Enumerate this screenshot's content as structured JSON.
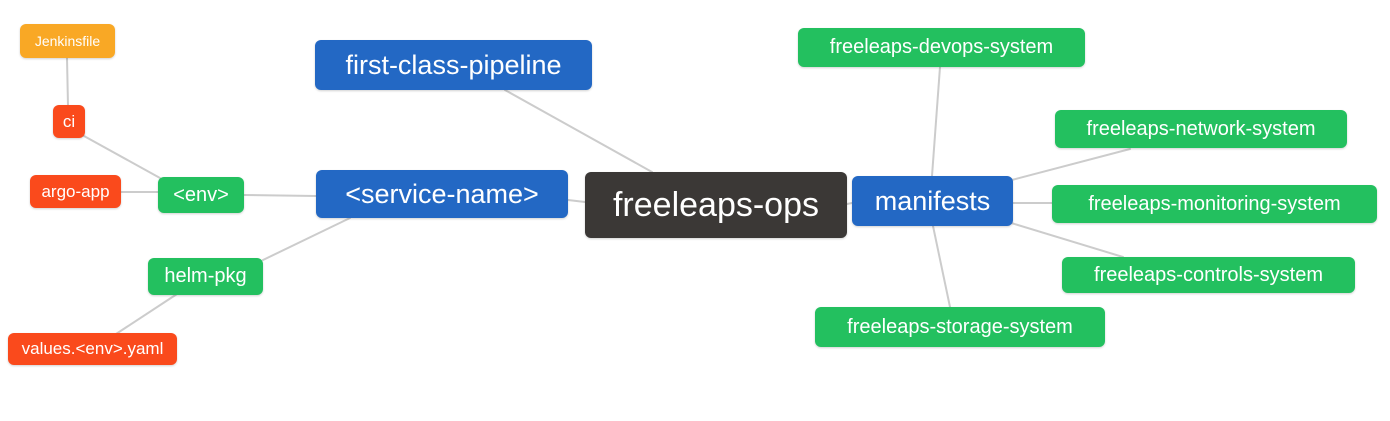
{
  "colors": {
    "background": "#ffffff",
    "dark": "#3b3836",
    "blue": "#2368c4",
    "green": "#23c05f",
    "red": "#fa4a1c",
    "orange": "#f9a825",
    "edge": "#cccccc",
    "label_text": "#ffffff"
  },
  "mindmap": {
    "root_id": "freeleaps_ops",
    "nodes": {
      "freeleaps_ops": {
        "label": "freeleaps-ops"
      },
      "first_class_pipeline": {
        "label": "first-class-pipeline"
      },
      "service_name": {
        "label": "<service-name>"
      },
      "manifests": {
        "label": "manifests"
      },
      "env": {
        "label": "<env>"
      },
      "helm_pkg": {
        "label": "helm-pkg"
      },
      "ci": {
        "label": "ci"
      },
      "argo_app": {
        "label": "argo-app"
      },
      "jenkinsfile": {
        "label": "Jenkinsfile"
      },
      "values_env_yaml": {
        "label": "values.<env>.yaml"
      },
      "devops_system": {
        "label": "freeleaps-devops-system"
      },
      "network_system": {
        "label": "freeleaps-network-system"
      },
      "monitoring_system": {
        "label": "freeleaps-monitoring-system"
      },
      "controls_system": {
        "label": "freeleaps-controls-system"
      },
      "storage_system": {
        "label": "freeleaps-storage-system"
      }
    },
    "edges": [
      {
        "from": "jenkinsfile",
        "to": "ci"
      },
      {
        "from": "ci",
        "to": "env"
      },
      {
        "from": "argo_app",
        "to": "env"
      },
      {
        "from": "env",
        "to": "service_name"
      },
      {
        "from": "service_name",
        "to": "helm_pkg"
      },
      {
        "from": "helm_pkg",
        "to": "values_env_yaml"
      },
      {
        "from": "first_class_pipeline",
        "to": "freeleaps_ops"
      },
      {
        "from": "service_name",
        "to": "freeleaps_ops"
      },
      {
        "from": "freeleaps_ops",
        "to": "manifests"
      },
      {
        "from": "manifests",
        "to": "devops_system"
      },
      {
        "from": "manifests",
        "to": "network_system"
      },
      {
        "from": "manifests",
        "to": "monitoring_system"
      },
      {
        "from": "manifests",
        "to": "controls_system"
      },
      {
        "from": "manifests",
        "to": "storage_system"
      }
    ]
  }
}
